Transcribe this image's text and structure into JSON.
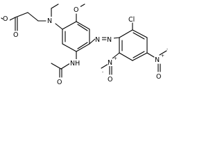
{
  "molecule": {
    "atoms": {
      "ester_o_methyl": "O",
      "ester_carbonyl_o": "O",
      "amine_n": "N",
      "methoxy_o": "O",
      "azo_n1": "N",
      "azo_n2": "N",
      "chloro": "Cl",
      "amide_nh": "NH",
      "amide_o": "O",
      "nitro_left_n": "N",
      "nitro_left_o": "O",
      "nitro_right_n": "N",
      "nitro_right_o": "O"
    },
    "charges": {
      "nitro_left_n": "+",
      "nitro_left_o": "-",
      "nitro_right_n": "+",
      "nitro_right_o": "-"
    }
  }
}
